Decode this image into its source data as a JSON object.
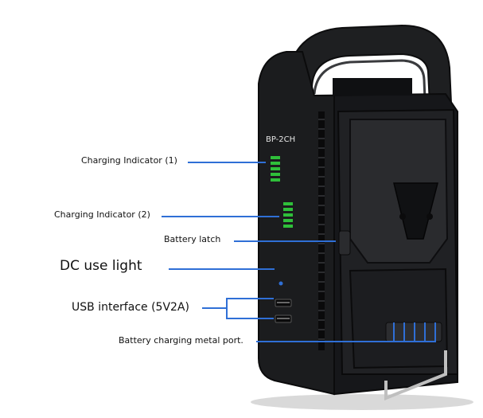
{
  "device": {
    "model_label": "BP-2CH",
    "indicator_bars": {
      "indicator_1": 5,
      "indicator_2": 5
    }
  },
  "callouts": {
    "charging_indicator_1": "Charging Indicator (1)",
    "charging_indicator_2": "Charging Indicator (2)",
    "battery_latch": "Battery latch",
    "dc_use_light": "DC use light",
    "usb_interface": "USB interface (5V2A)",
    "battery_charging_port": "Battery charging metal port."
  },
  "colors": {
    "callout_line": "#2f6fd6",
    "device_body": "#1b1c1e",
    "indicator_green": "#2fbf3a",
    "dc_light": "#2f6fd6"
  }
}
